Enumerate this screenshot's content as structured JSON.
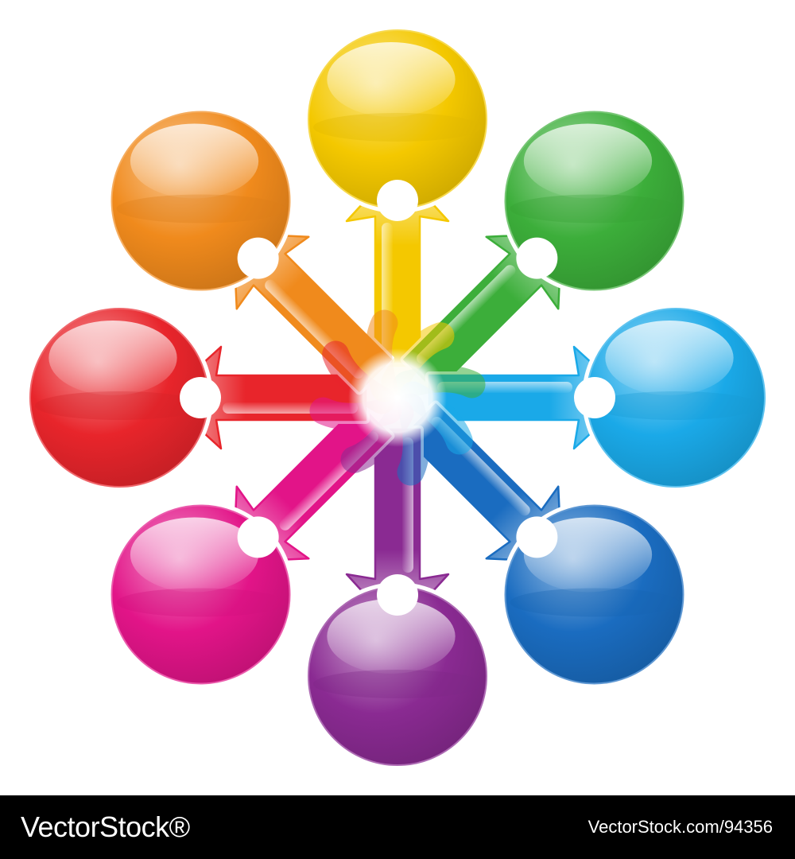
{
  "diagram": {
    "nodes": [
      {
        "id": "yellow",
        "color": "#f4c800",
        "angle": -90
      },
      {
        "id": "green",
        "color": "#3cae3a",
        "angle": -45
      },
      {
        "id": "cyan",
        "color": "#1aa9e8",
        "angle": 0
      },
      {
        "id": "blue",
        "color": "#1a6cc0",
        "angle": 45
      },
      {
        "id": "purple",
        "color": "#8a2a92",
        "angle": 90
      },
      {
        "id": "magenta",
        "color": "#e21488",
        "angle": 135
      },
      {
        "id": "red",
        "color": "#e8252b",
        "angle": 180
      },
      {
        "id": "orange",
        "color": "#f08a1c",
        "angle": 225
      }
    ]
  },
  "footer": {
    "brand": "VectorStock®",
    "image_id": "VectorStock.com/94356",
    "background": "#000000"
  }
}
